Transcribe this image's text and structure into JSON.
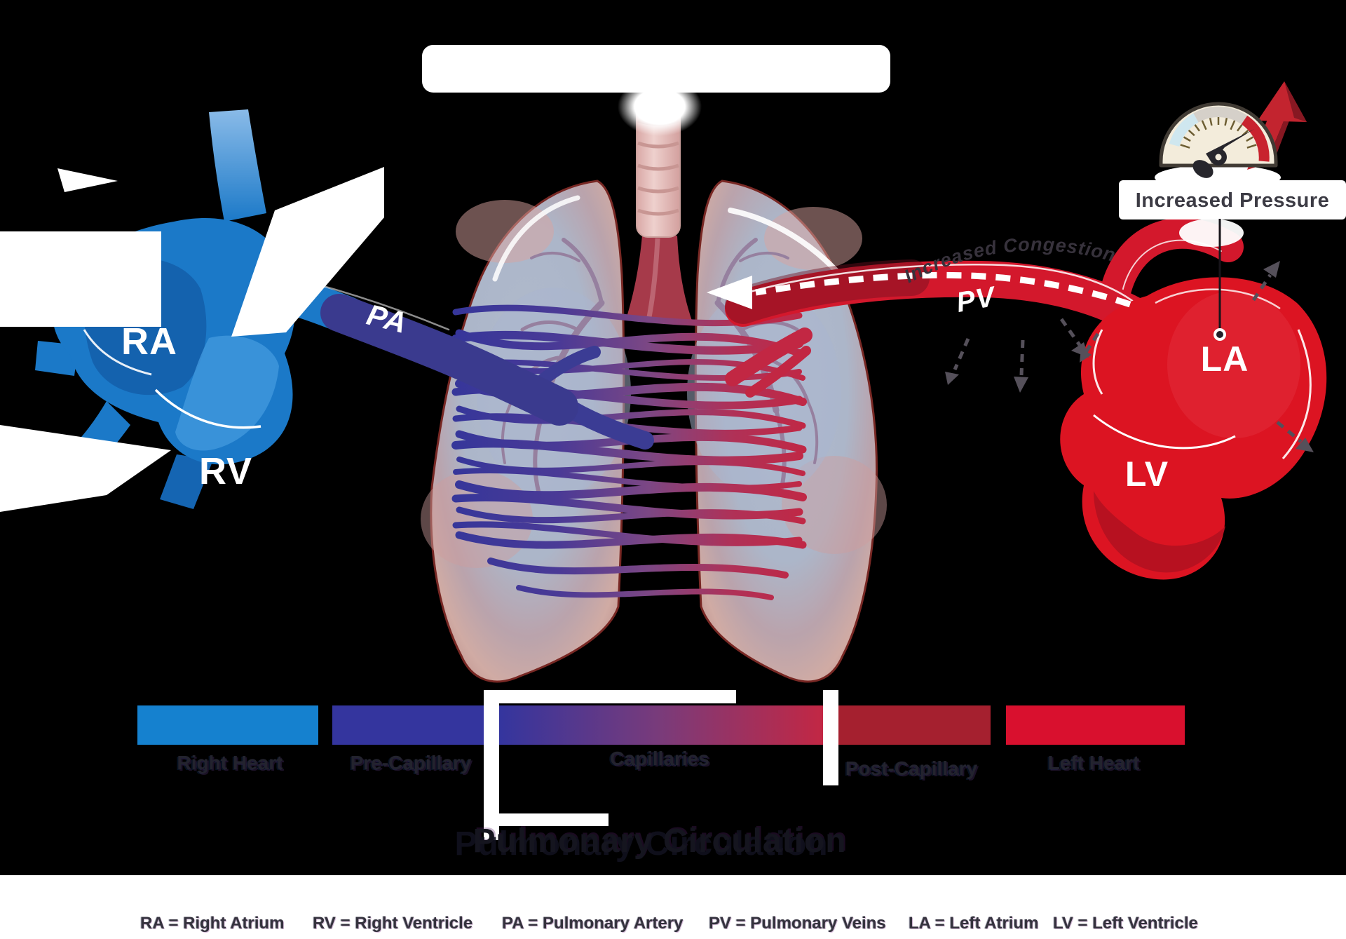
{
  "scene": {
    "background_color": "#000000"
  },
  "title_box": {
    "visible_text": ""
  },
  "heart_labels": {
    "ra": "RA",
    "rv": "RV",
    "la": "LA",
    "lv": "LV"
  },
  "vessel_labels": {
    "pa": "PA",
    "pv": "PV"
  },
  "annotations": {
    "increased_pressure": "Increased Pressure",
    "increased_congestion": "Increased Congestion"
  },
  "flow_bar": {
    "segments": [
      {
        "label": "Right Heart",
        "color": "#1581cf"
      },
      {
        "label": "Pre-Capillary",
        "color": "#34359e"
      },
      {
        "label": "Capillaries",
        "color_start": "#34359e",
        "color_end": "#c22744"
      },
      {
        "label": "Post-Capillary",
        "color": "#a5202f"
      },
      {
        "label": "Left Heart",
        "color": "#d9102e"
      }
    ]
  },
  "caption": {
    "title": "Pulmonary Circulation"
  },
  "legend": {
    "items": [
      "RA = Right Atrium",
      "RV = Right Ventricle",
      "PA = Pulmonary Artery",
      "PV = Pulmonary Veins",
      "LA = Left Atrium",
      "LV = Left Ventricle"
    ]
  },
  "palette": {
    "right_heart_blue": "#1b79c8",
    "pulmonary_artery_indigo": "#3a3a8e",
    "pulmonary_vein_red": "#d3182c",
    "left_heart_red": "#dc1422",
    "lung_fill": "#b5bfd2",
    "gauge_red_zone": "#c8232e"
  }
}
